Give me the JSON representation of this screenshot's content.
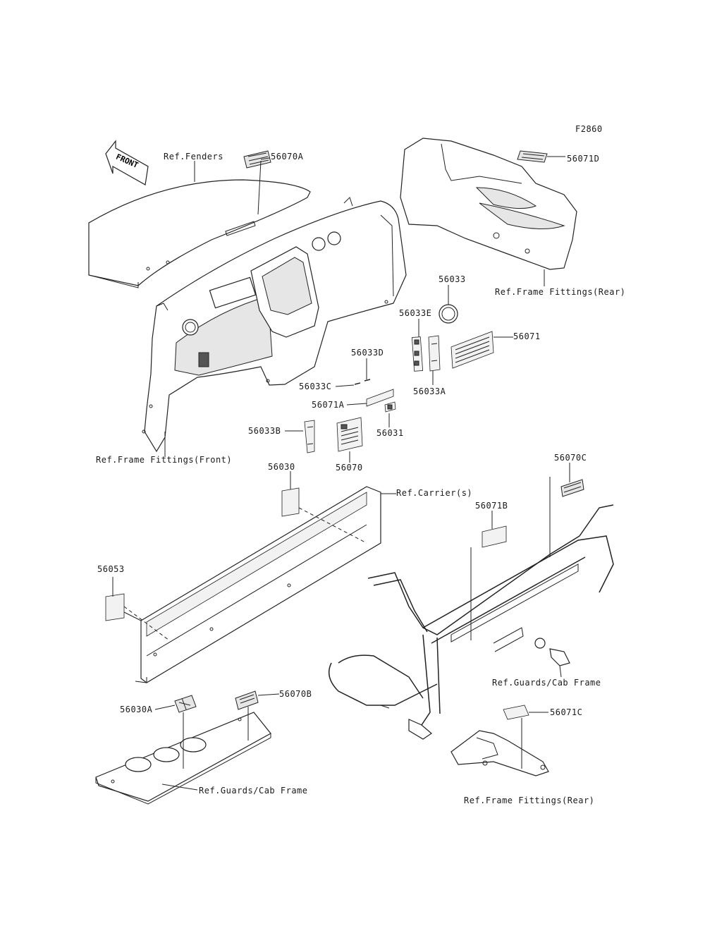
{
  "figure_code": "F2860",
  "front_arrow": {
    "text": "FRONT",
    "icon": "front-arrow-icon"
  },
  "labels": {
    "ref_fenders": "Ref.Fenders",
    "p56070A": "56070A",
    "p56071D": "56071D",
    "ref_frame_rear_top": "Ref.Frame Fittings(Rear)",
    "p56033": "56033",
    "p56033E": "56033E",
    "p56071": "56071",
    "p56033D": "56033D",
    "p56033C": "56033C",
    "p56033A": "56033A",
    "p56071A": "56071A",
    "p56033B": "56033B",
    "p56031": "56031",
    "p56070": "56070",
    "ref_frame_front": "Ref.Frame Fittings(Front)",
    "p56030": "56030",
    "ref_carriers": "Ref.Carrier(s)",
    "p56070C": "56070C",
    "p56071B": "56071B",
    "p56053": "56053",
    "ref_guards_cab_right": "Ref.Guards/Cab Frame",
    "p56030A": "56030A",
    "p56070B": "56070B",
    "p56071C": "56071C",
    "ref_guards_cab_bottom": "Ref.Guards/Cab Frame",
    "ref_frame_rear_bottom": "Ref.Frame Fittings(Rear)"
  }
}
